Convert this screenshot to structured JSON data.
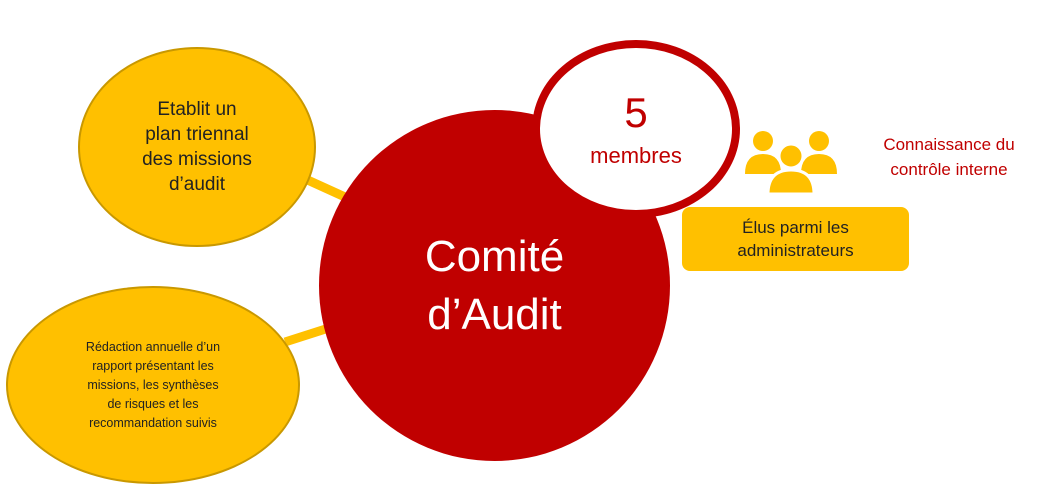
{
  "main": {
    "title_line1": "Comité",
    "title_line2": "d’Audit"
  },
  "members": {
    "count": "5",
    "label": "membres"
  },
  "plan": {
    "lines": [
      "Etablit un",
      "plan triennal",
      "des missions",
      "d’audit"
    ]
  },
  "rapport": {
    "lines": [
      "Rédaction annuelle d’un",
      "rapport présentant les",
      "missions, les synthèses",
      "de risques et les",
      "recommandation suivis"
    ]
  },
  "connaissance": {
    "lines": [
      "Connaissance du",
      "contrôle interne"
    ]
  },
  "elus": {
    "lines": [
      "Élus parmi les",
      "administrateurs"
    ]
  },
  "icons": {
    "people": "group-of-people-icon"
  },
  "colors": {
    "dark_red": "#C00000",
    "gold": "#FFC000"
  }
}
